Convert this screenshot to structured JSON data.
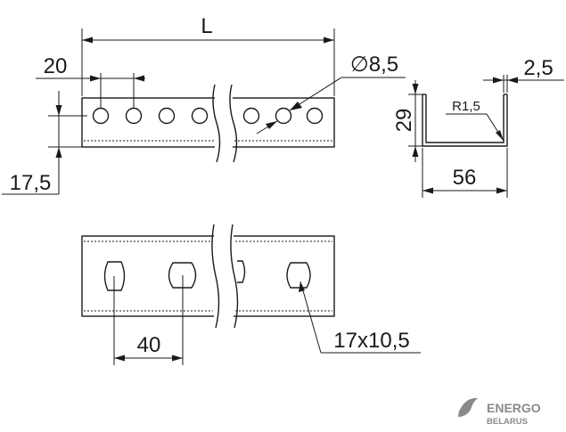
{
  "dimensions": {
    "length": "L",
    "hole_pitch": "20",
    "hole_diameter": "∅8,5",
    "hole_offset": "17,5",
    "wall_thickness": "2,5",
    "bend_radius": "R1,5",
    "height": "29",
    "width": "56",
    "slot_pitch": "40",
    "slot_size": "17x10,5"
  },
  "logo": {
    "line1": "ENERGO",
    "line2": "BELARUS",
    "color": "#8a8a8a"
  }
}
